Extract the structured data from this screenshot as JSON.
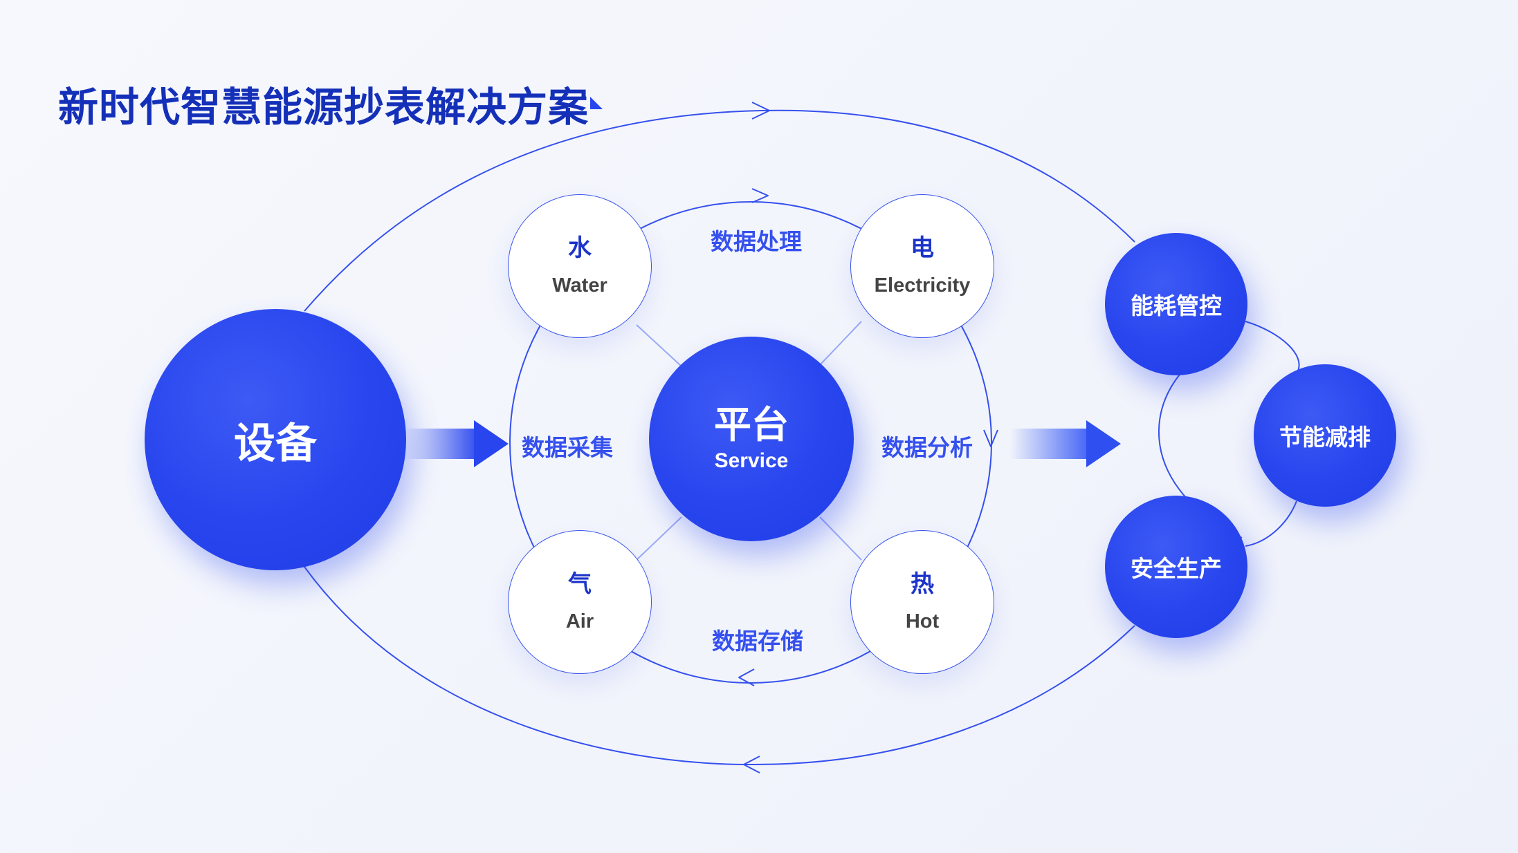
{
  "title": "新时代智慧能源抄表解决方案",
  "colors": {
    "primary": "#2845ee",
    "title": "#1530b8",
    "label": "#3550ee",
    "background": "#f3f5fc"
  },
  "device": {
    "label": "设备"
  },
  "platform": {
    "cn": "平台",
    "en": "Service"
  },
  "resources": [
    {
      "cn": "水",
      "en": "Water"
    },
    {
      "cn": "电",
      "en": "Electricity"
    },
    {
      "cn": "气",
      "en": "Air"
    },
    {
      "cn": "热",
      "en": "Hot"
    }
  ],
  "process_labels": {
    "processing": "数据处理",
    "collection": "数据采集",
    "analysis": "数据分析",
    "storage": "数据存储"
  },
  "outcomes": [
    {
      "label": "能耗管控"
    },
    {
      "label": "节能减排"
    },
    {
      "label": "安全生产"
    }
  ],
  "icons": {
    "title_mark": "corner-triangle-icon",
    "flow_arrow": "arrow-right-icon",
    "cycle_arrow": "chevron-arrow-icon"
  }
}
